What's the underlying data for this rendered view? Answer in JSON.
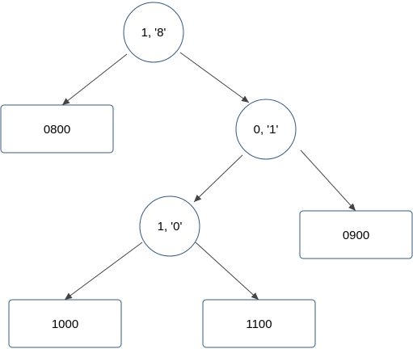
{
  "diagram": {
    "nodes": [
      {
        "id": "n1",
        "label": "1, '8'"
      },
      {
        "id": "n2",
        "label": "0800"
      },
      {
        "id": "n3",
        "label": "0, '1'"
      },
      {
        "id": "n4",
        "label": "1, '0'"
      },
      {
        "id": "n5",
        "label": "0900"
      },
      {
        "id": "n6",
        "label": "1000"
      },
      {
        "id": "n7",
        "label": "1100"
      }
    ],
    "edges": [
      {
        "from": "n1",
        "to": "n2"
      },
      {
        "from": "n1",
        "to": "n3"
      },
      {
        "from": "n3",
        "to": "n4"
      },
      {
        "from": "n3",
        "to": "n5"
      },
      {
        "from": "n4",
        "to": "n6"
      },
      {
        "from": "n4",
        "to": "n7"
      }
    ]
  }
}
